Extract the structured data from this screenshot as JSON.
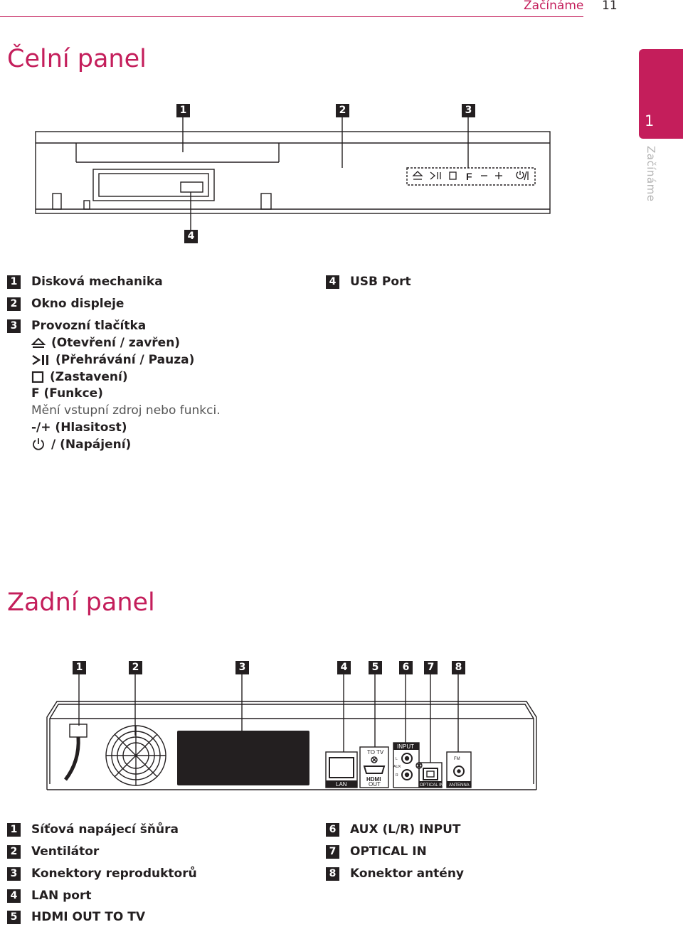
{
  "header": {
    "section": "Začínáme",
    "page": "11"
  },
  "tab": {
    "number": "1",
    "label": "Začínáme"
  },
  "front": {
    "title": "Čelní panel",
    "callouts": [
      "1",
      "2",
      "3",
      "4"
    ],
    "buttons": {
      "f": "F"
    },
    "items": [
      {
        "num": "1",
        "label": "Disková mechanika"
      },
      {
        "num": "2",
        "label": "Okno displeje"
      },
      {
        "num": "3",
        "label": "Provozní tlačítka"
      },
      {
        "num": "4",
        "label": "USB Port"
      }
    ],
    "sub": {
      "eject": "(Otevření / zavřen)",
      "play": "(Přehrávání / Pauza)",
      "stop": "(Zastavení)",
      "func": "F (Funkce)",
      "func_desc": "Mění vstupní zdroj nebo funkci.",
      "volume": "-/+ (Hlasitost)",
      "power": "/ (Napájení)"
    }
  },
  "rear": {
    "title": "Zadní panel",
    "callouts": [
      "1",
      "2",
      "3",
      "4",
      "5",
      "6",
      "7",
      "8"
    ],
    "labels": {
      "to_tv": "TO TV",
      "input": "INPUT",
      "hdmi": "HDMI",
      "out": "OUT",
      "lan": "LAN",
      "aux": "AUX",
      "l": "L",
      "r": "R",
      "optical": "OPTICAL IN",
      "fm": "FM",
      "antenna": "ANTENNA"
    },
    "items": [
      {
        "num": "1",
        "label": "Síťová napájecí šňůra"
      },
      {
        "num": "2",
        "label": "Ventilátor"
      },
      {
        "num": "3",
        "label": "Konektory reproduktorů"
      },
      {
        "num": "4",
        "label": "LAN port"
      },
      {
        "num": "5",
        "label": "HDMI OUT TO TV"
      },
      {
        "num": "6",
        "label": "AUX (L/R) INPUT"
      },
      {
        "num": "7",
        "label": "OPTICAL IN"
      },
      {
        "num": "8",
        "label": "Konektor antény"
      }
    ]
  },
  "colors": {
    "accent": "#c41e5b",
    "text": "#231f20"
  }
}
